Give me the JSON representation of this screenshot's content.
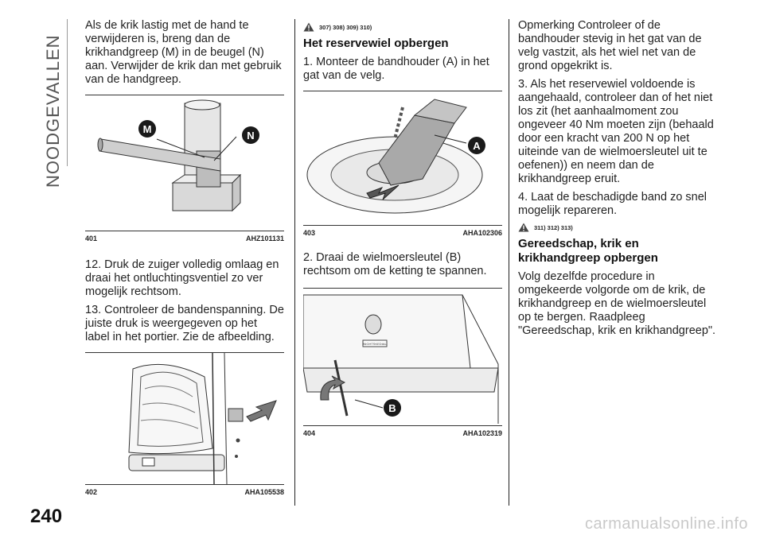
{
  "section_title": "NOODGEVALLEN",
  "page_number": "240",
  "watermark": "carmanualsonline.info",
  "col1": {
    "intro": "Als de krik lastig met de hand te verwijderen is, breng dan de krikhandgreep (M) in de beugel (N) aan. Verwijder de krik dan met gebruik van de handgreep.",
    "fig401": {
      "num": "401",
      "code": "AHZ101131",
      "label_m": "M",
      "label_n": "N"
    },
    "step12": "12. Druk de zuiger volledig omlaag en draai het ontluchtingsventiel zo ver mogelijk rechtsom.",
    "step13": "13. Controleer de bandenspanning. De juiste druk is weergegeven op het label in het portier. Zie de afbeelding.",
    "fig402": {
      "num": "402",
      "code": "AHA105538"
    }
  },
  "col2": {
    "refs": "307) 308) 309) 310)",
    "heading": "Het reservewiel opbergen",
    "step1": "1. Monteer de bandhouder (A) in het gat van de velg.",
    "fig403": {
      "num": "403",
      "code": "AHA102306",
      "label_a": "A"
    },
    "step2": "2. Draai de wielmoersleutel (B) rechtsom om de ketting te spannen.",
    "fig404": {
      "num": "404",
      "code": "AHA102319",
      "label_b": "B",
      "plate": "NIGHTSKEDIAL"
    }
  },
  "col3": {
    "note": "Opmerking  Controleer of de bandhouder stevig in het gat van de velg vastzit, als het wiel net van de grond opgekrikt is.",
    "step3": "3. Als het reservewiel voldoende is aangehaald, controleer dan of het niet los zit (het aanhaalmoment zou ongeveer 40 Nm moeten zijn (behaald door een kracht van 200 N op het uiteinde van de wielmoersleutel uit te oefenen)) en neem dan de krikhandgreep eruit.",
    "step4": "4. Laat de beschadigde band zo snel mogelijk repareren.",
    "refs": "311) 312) 313)",
    "heading": "Gereedschap, krik en krikhandgreep opbergen",
    "para": "Volg dezelfde procedure in omgekeerde volgorde om de krik, de krikhandgreep en de wielmoersleutel op te bergen. Raadpleeg \"Gereedschap, krik en krikhandgreep\"."
  },
  "colors": {
    "marker": "#1a1a1a",
    "arrow": "#555555",
    "line": "#333333"
  },
  "icons": [
    "warning-triangle-icon"
  ]
}
